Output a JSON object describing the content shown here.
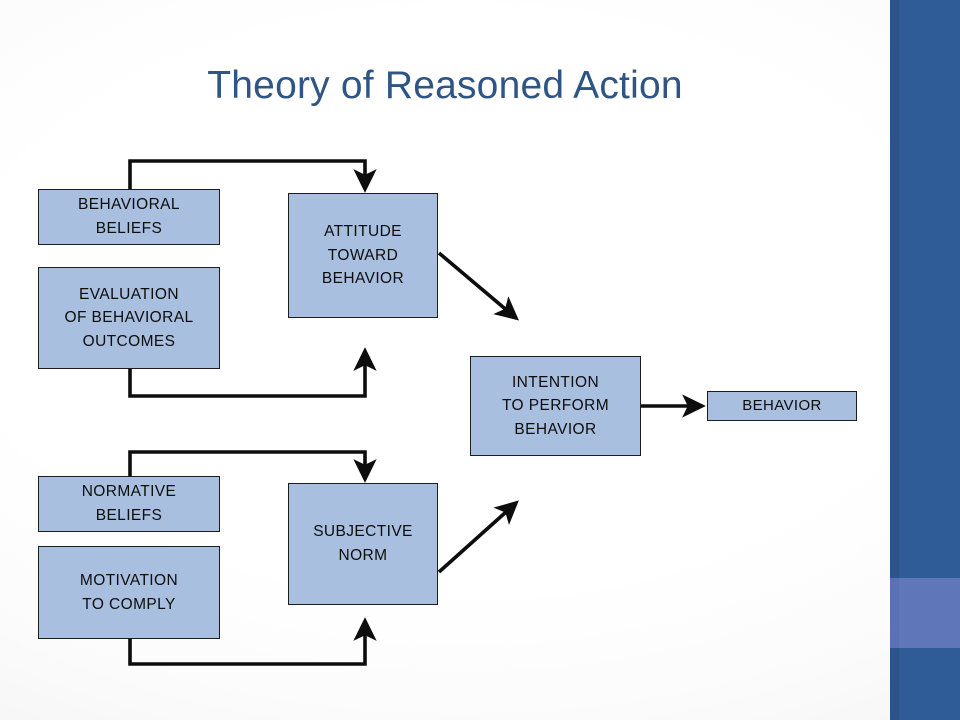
{
  "slide": {
    "title": "Theory of Reasoned Action",
    "title_color": "#2e5583",
    "background_color": "#ffffff",
    "accent_band_color": "#2f5c96",
    "accent_block_color": "#5f77b8",
    "node_fill_color": "#a8bfdf",
    "node_border_color": "#1d1d1d"
  },
  "diagram": {
    "type": "flow-diagram",
    "nodes": [
      {
        "id": "behavioral-beliefs",
        "label": "BEHAVIORAL\nBELIEFS"
      },
      {
        "id": "evaluation-of-outcomes",
        "label": "EVALUATION\nOF BEHAVIORAL\nOUTCOMES"
      },
      {
        "id": "attitude-toward-behavior",
        "label": "ATTITUDE\nTOWARD\nBEHAVIOR"
      },
      {
        "id": "normative-beliefs",
        "label": "NORMATIVE\nBELIEFS"
      },
      {
        "id": "motivation-to-comply",
        "label": "MOTIVATION\nTO COMPLY"
      },
      {
        "id": "subjective-norm",
        "label": "SUBJECTIVE\nNORM"
      },
      {
        "id": "intention-to-perform",
        "label": "INTENTION\nTO PERFORM\nBEHAVIOR"
      },
      {
        "id": "behavior",
        "label": "BEHAVIOR"
      }
    ],
    "edges": [
      {
        "from": "behavioral-beliefs",
        "to": "attitude-toward-behavior"
      },
      {
        "from": "evaluation-of-outcomes",
        "to": "attitude-toward-behavior"
      },
      {
        "from": "attitude-toward-behavior",
        "to": "intention-to-perform"
      },
      {
        "from": "normative-beliefs",
        "to": "subjective-norm"
      },
      {
        "from": "motivation-to-comply",
        "to": "subjective-norm"
      },
      {
        "from": "subjective-norm",
        "to": "intention-to-perform"
      },
      {
        "from": "intention-to-perform",
        "to": "behavior"
      }
    ]
  }
}
